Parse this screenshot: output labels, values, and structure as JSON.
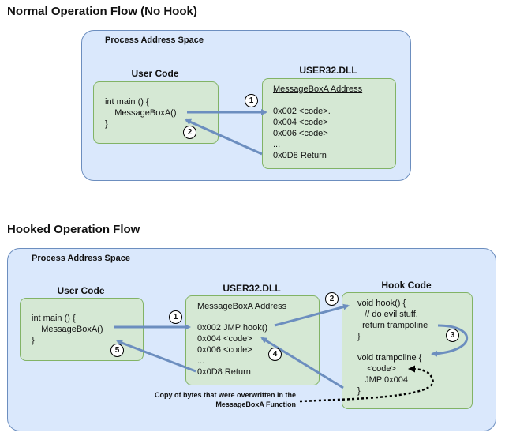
{
  "normal": {
    "title": "Normal Operation Flow (No Hook)",
    "space_label": "Process Address Space",
    "user_code": {
      "title": "User Code",
      "lines": [
        "int main () {",
        "    MessageBoxA()",
        "}"
      ]
    },
    "dll": {
      "title": "USER32.DLL",
      "header": "MessageBoxA Address",
      "lines": [
        "0x002 <code>.",
        "0x004 <code>",
        "0x006 <code>",
        "...",
        "0x0D8 Return"
      ]
    },
    "steps": [
      "1",
      "2"
    ]
  },
  "hooked": {
    "title": "Hooked Operation Flow",
    "space_label": "Process Address Space",
    "user_code": {
      "title": "User Code",
      "lines": [
        "int main () {",
        "    MessageBoxA()",
        "}"
      ]
    },
    "dll": {
      "title": "USER32.DLL",
      "header": "MessageBoxA Address",
      "lines": [
        "0x002 JMP hook()",
        "0x004 <code>",
        "0x006 <code>",
        "...",
        "0x0D8 Return"
      ]
    },
    "hook": {
      "title": "Hook Code",
      "lines": [
        "void hook() {",
        "   // do evil stuff.",
        "  return trampoline",
        "}"
      ],
      "trampoline_lines": [
        "void trampoline {",
        "    <code>",
        "   JMP 0x004",
        "}"
      ]
    },
    "note": [
      "Copy of bytes that were overwritten in the",
      "MessageBoxA Function"
    ],
    "steps": [
      "1",
      "2",
      "3",
      "4",
      "5"
    ]
  },
  "colors": {
    "space_fill": "#dae8fc",
    "space_border": "#6c8ebf",
    "box_fill": "#d5e8d4",
    "box_border": "#82b366",
    "arrow": "#6c8ebf"
  }
}
